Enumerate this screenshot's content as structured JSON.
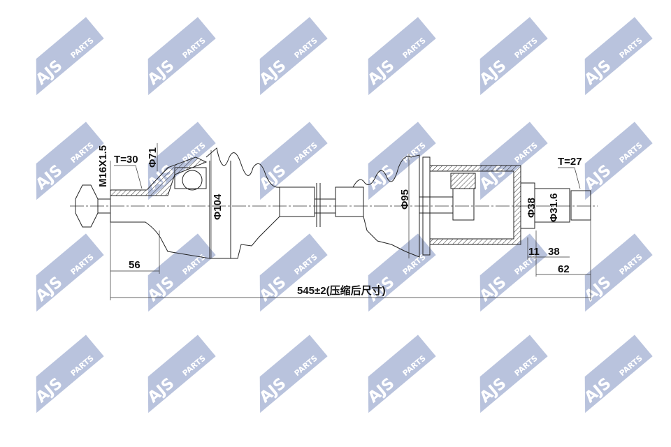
{
  "watermark": {
    "brand": "AJS",
    "sub": "PARTS",
    "color": "#b9c3dd"
  },
  "dimensions": {
    "thread": "M16X1.5",
    "left_teeth": "T=30",
    "left_diameter": "Φ71",
    "outer_boot_diameter": "Φ104",
    "left_length": "56",
    "total_length": "545±2(压缩后尺寸)",
    "inner_boot_diameter": "Φ95",
    "stub_diameter": "Φ38",
    "spline_diameter": "Φ31.6",
    "right_teeth": "T=27",
    "collar_length": "11",
    "stub_length": "38",
    "right_length": "62"
  }
}
